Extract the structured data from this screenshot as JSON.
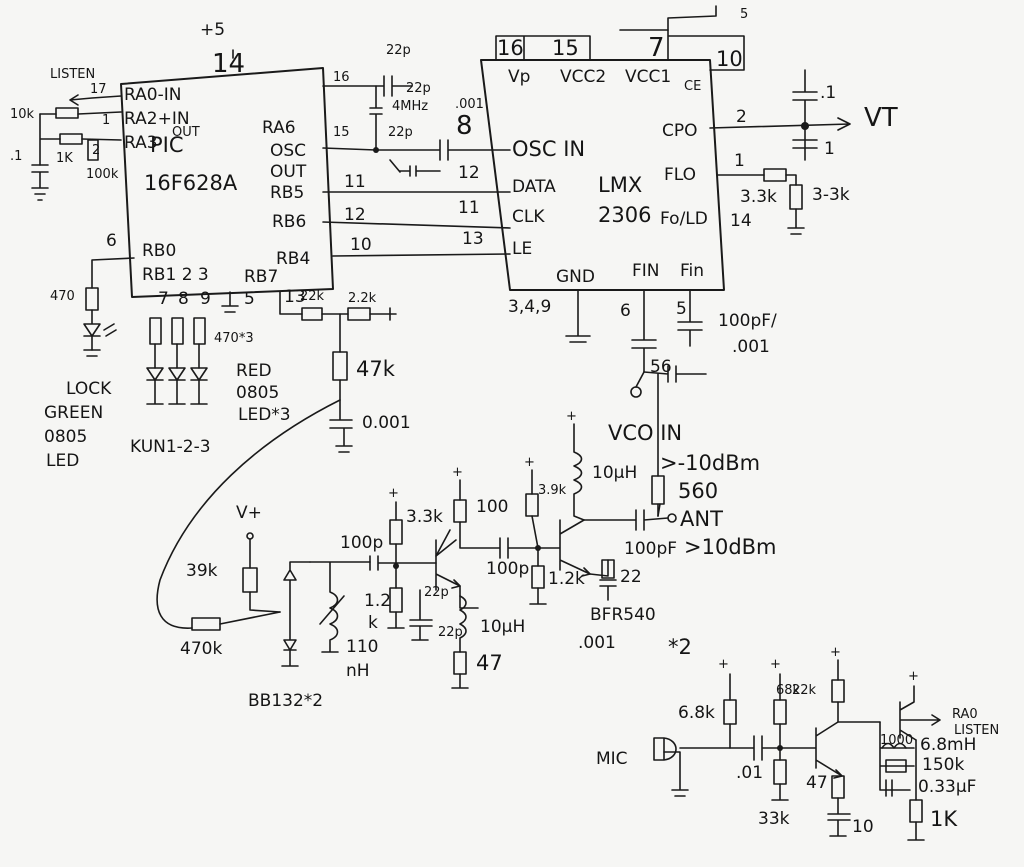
{
  "supply": {
    "plus5": "+5",
    "pic_vcc_pin": "14",
    "lmx_pin7_supply": "5"
  },
  "pic": {
    "name_line1": "PIC",
    "name_line2": "16F628A",
    "pins": {
      "ra0": "RA0-IN",
      "ra2": "RA2+IN",
      "ra3": "RA3",
      "ra3_note": "OUT",
      "ra6": "RA6",
      "osc": "OSC",
      "out": "OUT",
      "rb5": "RB5",
      "rb6": "RB6",
      "rb4": "RB4",
      "rb0": "RB0",
      "rb123": "RB1 2 3",
      "rb7": "RB7"
    },
    "pin_numbers": {
      "p17": "17",
      "p1": "1",
      "p2": "2",
      "p16": "16",
      "p15": "15",
      "p11": "11",
      "p12": "12",
      "p10": "10",
      "p6": "6",
      "p7": "7",
      "p8": "8",
      "p9": "9",
      "p5": "5",
      "p13": "13"
    }
  },
  "lmx": {
    "name_line1": "LMX",
    "name_line2": "2306",
    "pins": {
      "vp": "Vp",
      "vcc2": "VCC2",
      "vcc1": "VCC1",
      "ce": "CE",
      "osc_in": "OSC IN",
      "data": "DATA",
      "clk": "CLK",
      "le": "LE",
      "cpo": "CPO",
      "flo": "FLO",
      "fold": "Fo/LD",
      "gnd": "GND",
      "fin": "FIN",
      "fin2": "Fin"
    },
    "pin_numbers": {
      "p16": "16",
      "p15": "15",
      "p7": "7",
      "p10": "10",
      "p8": "8",
      "p12": "12",
      "p11": "11",
      "p13": "13",
      "p2": "2",
      "p1": "1",
      "p14": "14",
      "gnd_pins": "3,4,9",
      "p6": "6",
      "p5": "5"
    }
  },
  "labels": {
    "listen": "LISTEN",
    "r_10k": "10k",
    "c_01": ".1",
    "r_1k": "1K",
    "r_100k": "100k",
    "crystal": "4MHz",
    "c_22p_a": "22p",
    "c_22p_b": "22p",
    "c_001_osc": ".001",
    "r_22k": "22k",
    "r_2k2": "2.2k",
    "r_47k": "47k",
    "c_0001": "0.001",
    "r_470": "470",
    "lock": "LOCK",
    "green": "GREEN",
    "led_0805": "0805",
    "led": "LED",
    "r_470x3": "470*3",
    "red": "RED",
    "red_0805": "0805",
    "led_x3": "LED*3",
    "kun": "KUN1-2-3",
    "vt": "VT",
    "c_cpo_1": ".1",
    "c_cpo_2": "1",
    "r_flo_a": "3.3k",
    "r_flo_b": "3-3k",
    "c_100pf": "100pF/",
    "c_100pf_b": ".001",
    "r_56": "56",
    "vco_in": "VCO IN",
    "vco_level": ">-10dBm",
    "r_560": "560",
    "ant": "ANT",
    "c_ant": "100pF",
    "ant_level": ">10dBm",
    "l_10uh_a": "10µH",
    "r_3k9_b": "3.9k",
    "r_3k3": "3.3k",
    "r_100": "100",
    "c_100p_1": "100p",
    "c_100p_2": "100p",
    "c_22p_osc": "22p",
    "c_22p_osc2": "22p",
    "r_1k2": "1.2",
    "r_1k2_k": "k",
    "r_1k2_b": "1.2k",
    "r_22": "22",
    "l_10uh_b": "10µH",
    "r_47": "47",
    "bfr": "BFR540",
    "c_001x2": ".001",
    "x2": "*2",
    "vplus": "V+",
    "r_39k": "39k",
    "r_470k": "470k",
    "l_110": "110",
    "l_nh": "nH",
    "varactor": "BB132*2",
    "plus": "+",
    "mic": "MIC",
    "r_6k8": "6.8k",
    "r_68k": "68k",
    "r_22k_b": "22k",
    "c_01_mic": ".01",
    "r_33k": "33k",
    "r_47_b": "47",
    "c_10": "10",
    "ra0_listen1": "RA0",
    "ra0_listen2": "LISTEN",
    "l_6m8": "6.8mH",
    "r_150k": "150k",
    "c_033": "0.33µF",
    "r_1k_b": "1K",
    "l_1000": "1000"
  }
}
